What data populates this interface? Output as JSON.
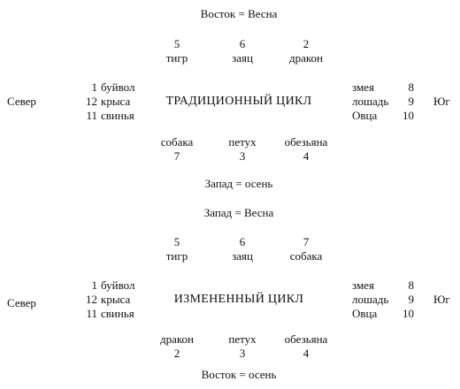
{
  "traditional": {
    "top": "Восток = Весна",
    "top_nums": [
      "5",
      "6",
      "2"
    ],
    "top_animals": [
      "тигр",
      "заяц",
      "дракон"
    ],
    "left_side": "Север",
    "left_nums": [
      "1",
      "12",
      "11"
    ],
    "left_animals": [
      "буйвол",
      "крыса",
      "свинья"
    ],
    "title": "ТРАДИЦИОННЫЙ ЦИКЛ",
    "right_animals": [
      "змея",
      "лошадь",
      "Овца"
    ],
    "right_nums": [
      "8",
      "9",
      "10"
    ],
    "right_side": "Юг",
    "bottom_animals": [
      "собака",
      "петух",
      "обезьяна"
    ],
    "bottom_nums": [
      "7",
      "3",
      "4"
    ],
    "bottom": "Запад = осень"
  },
  "modified": {
    "top": "Запад = Весна",
    "top_nums": [
      "5",
      "6",
      "7"
    ],
    "top_animals": [
      "тигр",
      "заяц",
      "собака"
    ],
    "left_side": "Север",
    "left_nums": [
      "1",
      "12",
      "11"
    ],
    "left_animals": [
      "буйвол",
      "крыса",
      "свинья"
    ],
    "title": "ИЗМЕНЕННЫЙ ЦИКЛ",
    "right_animals": [
      "змея",
      "лошадь",
      "Овца"
    ],
    "right_nums": [
      "8",
      "9",
      "10"
    ],
    "right_side": "Юг",
    "bottom_animals": [
      "дракон",
      "петух",
      "обезьяна"
    ],
    "bottom_nums": [
      "2",
      "3",
      "4"
    ],
    "bottom": "Восток = осень"
  }
}
